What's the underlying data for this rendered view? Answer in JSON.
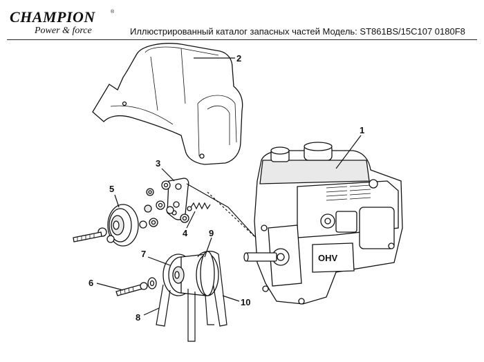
{
  "header": {
    "brand": "Champion",
    "registered_mark": "®",
    "tagline": "Power & force",
    "title": "Иллюстрированный каталог запасных частей Модель: ST861BS/15C107 0180F8"
  },
  "diagram": {
    "callouts": [
      "1",
      "2",
      "3",
      "4",
      "5",
      "6",
      "7",
      "8",
      "9",
      "10"
    ],
    "engine_badge": "OHV"
  }
}
